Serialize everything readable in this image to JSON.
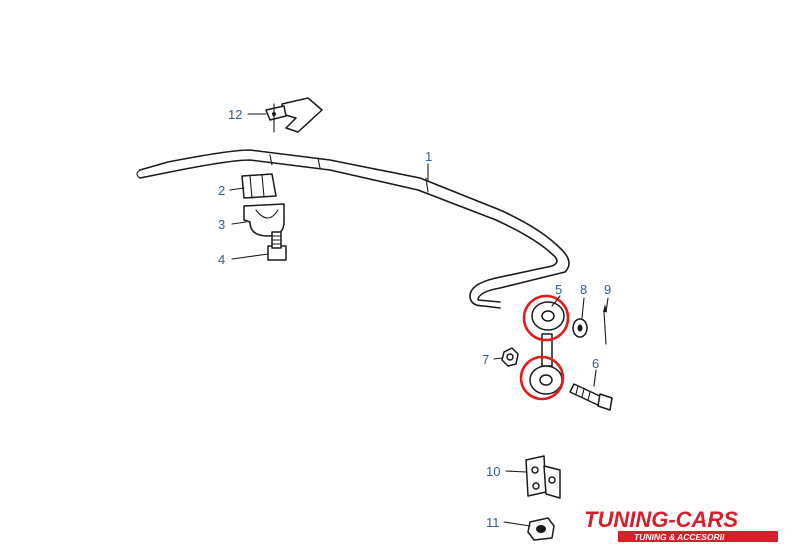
{
  "diagram": {
    "labels": [
      {
        "id": "1",
        "text": "1"
      },
      {
        "id": "2",
        "text": "2"
      },
      {
        "id": "3",
        "text": "3"
      },
      {
        "id": "4",
        "text": "4"
      },
      {
        "id": "5",
        "text": "5"
      },
      {
        "id": "6",
        "text": "6"
      },
      {
        "id": "7",
        "text": "7"
      },
      {
        "id": "8",
        "text": "8"
      },
      {
        "id": "9",
        "text": "9"
      },
      {
        "id": "10",
        "text": "10"
      },
      {
        "id": "11",
        "text": "11"
      },
      {
        "id": "12",
        "text": "12"
      }
    ],
    "highlight_color": "#e01e1e",
    "label_color": "#2f5f8f"
  },
  "logo": {
    "brand": "TUNING-CARS",
    "tagline": "TUNING & ACCESORII",
    "brand_color": "#d4202a",
    "tagline_bg": "#d4202a"
  }
}
